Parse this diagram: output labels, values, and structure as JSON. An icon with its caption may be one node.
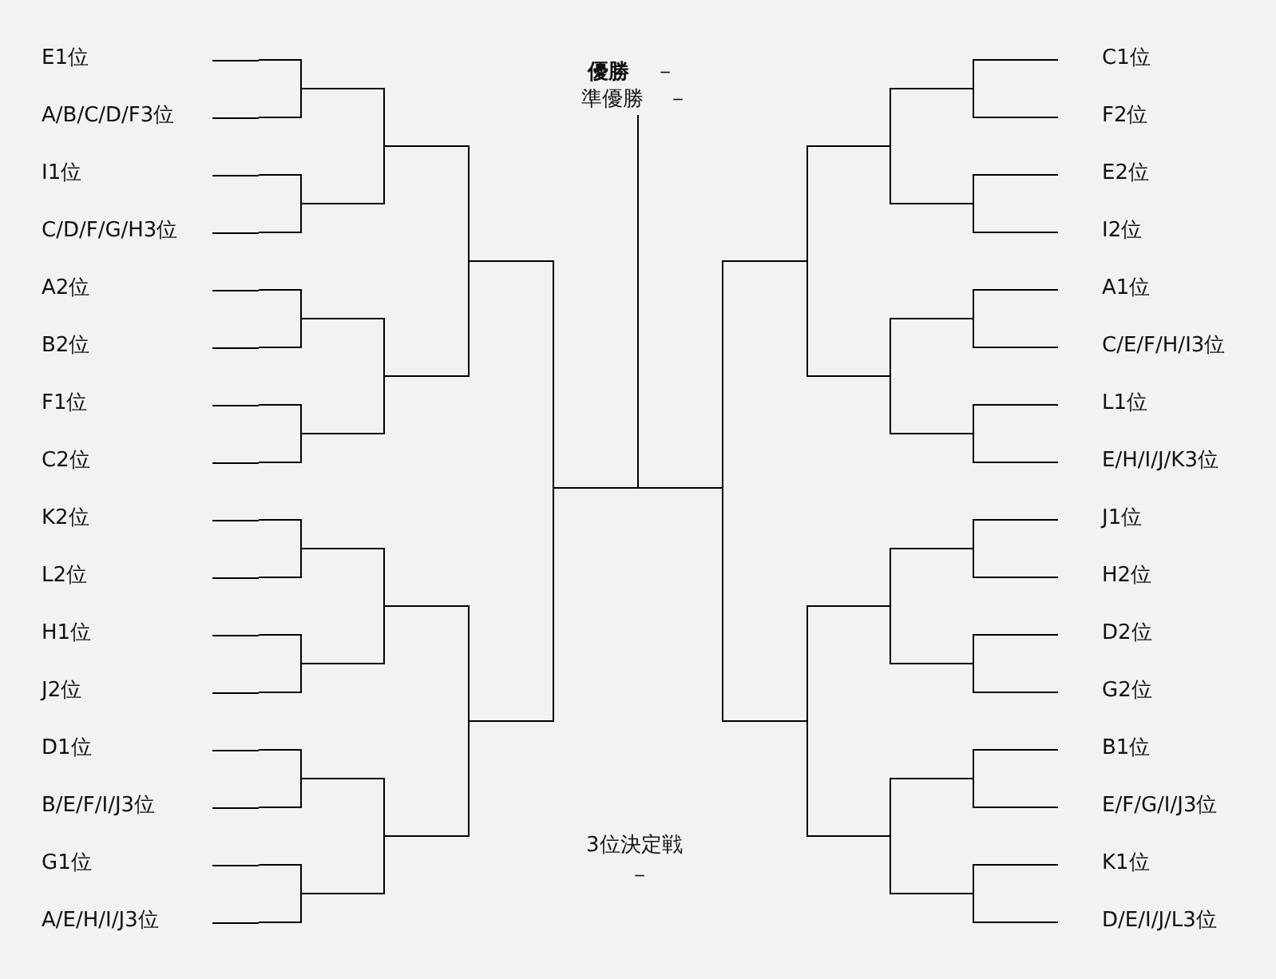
{
  "diagram": {
    "nodes": [
      {
        "text": [
          "E1位"
        ]
      },
      {
        "text": [
          "A/B/C/D/F3位"
        ]
      },
      {
        "text": [
          "I1位"
        ]
      },
      {
        "text": [
          "C/D/F/G/H3位"
        ]
      },
      {
        "text": [
          "A2位"
        ]
      },
      {
        "text": [
          "B2位"
        ]
      },
      {
        "text": [
          "F1位"
        ]
      },
      {
        "text": [
          "C2位"
        ]
      },
      {
        "text": [
          "K2位"
        ]
      },
      {
        "text": [
          "L2位"
        ]
      },
      {
        "text": [
          "H1位"
        ]
      },
      {
        "text": [
          "J2位"
        ]
      },
      {
        "text": [
          "D1位"
        ]
      },
      {
        "text": [
          "B/E/F/I/J3位"
        ]
      },
      {
        "text": [
          "G1位"
        ]
      },
      {
        "text": [
          "A/E/H/I/J3位"
        ]
      },
      {
        "text": [
          "C1位"
        ]
      },
      {
        "text": [
          "F2位"
        ]
      },
      {
        "text": [
          "E2位"
        ]
      },
      {
        "text": [
          "I2位"
        ]
      },
      {
        "text": [
          "A1位"
        ]
      },
      {
        "text": [
          "C/E/F/H/I3位"
        ]
      },
      {
        "text": [
          "L1位"
        ]
      },
      {
        "text": [
          "E/H/I/J/K3位"
        ]
      },
      {
        "text": [
          "J1位"
        ]
      },
      {
        "text": [
          "H2位"
        ]
      },
      {
        "text": [
          "D2位"
        ]
      },
      {
        "text": [
          "G2位"
        ]
      },
      {
        "text": [
          "B1位"
        ]
      },
      {
        "text": [
          "E/F/G/I/J3位"
        ]
      },
      {
        "text": [
          "K1位"
        ]
      },
      {
        "text": [
          "D/E/I/J/L3位"
        ]
      }
    ],
    "edges": [
      {
        "from": 0,
        "to": 1,
        "arrow": "none"
      },
      {
        "from": 2,
        "to": 3,
        "arrow": "none"
      },
      {
        "from": 4,
        "to": 5,
        "arrow": "none"
      },
      {
        "from": 6,
        "to": 7,
        "arrow": "none"
      },
      {
        "from": 8,
        "to": 9,
        "arrow": "none"
      },
      {
        "from": 10,
        "to": 11,
        "arrow": "none"
      },
      {
        "from": 12,
        "to": 13,
        "arrow": "none"
      },
      {
        "from": 14,
        "to": 15,
        "arrow": "none"
      },
      {
        "from": 16,
        "to": 17,
        "arrow": "none"
      },
      {
        "from": 18,
        "to": 19,
        "arrow": "none"
      },
      {
        "from": 20,
        "to": 21,
        "arrow": "none"
      },
      {
        "from": 22,
        "to": 23,
        "arrow": "none"
      },
      {
        "from": 24,
        "to": 25,
        "arrow": "none"
      },
      {
        "from": 26,
        "to": 27,
        "arrow": "none"
      },
      {
        "from": 28,
        "to": 29,
        "arrow": "none"
      },
      {
        "from": 30,
        "to": 31,
        "arrow": "none"
      }
    ],
    "labels": [
      "優勝",
      "－",
      "準優勝",
      "－",
      "3位決定戦",
      "－"
    ]
  }
}
